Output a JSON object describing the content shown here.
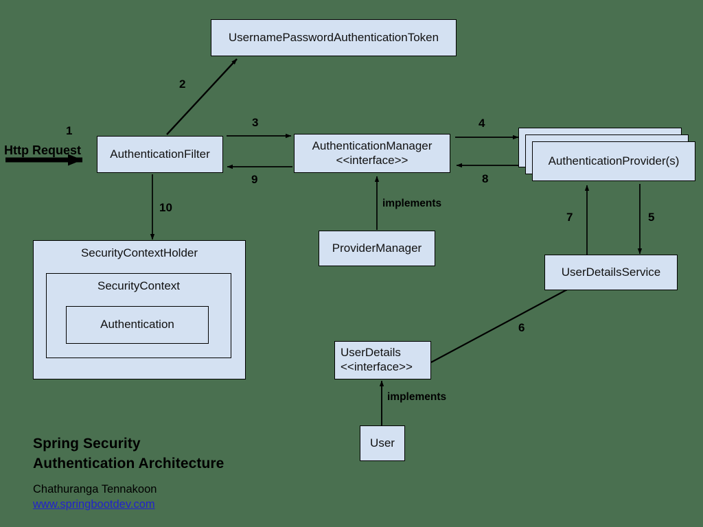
{
  "diagram": {
    "background_color": "#4a7050",
    "node_fill_color": "#d4e1f2",
    "node_border_color": "#000000",
    "link_color": "#2222cc"
  },
  "nodes": {
    "token": {
      "label": "UsernamePasswordAuthenticationToken"
    },
    "auth_filter": {
      "label": "AuthenticationFilter"
    },
    "auth_manager": {
      "label": "AuthenticationManager\n<<interface>>"
    },
    "auth_provider": {
      "label": "AuthenticationProvider(s)"
    },
    "provider_manager": {
      "label": "ProviderManager"
    },
    "user_details_service": {
      "label": "UserDetailsService"
    },
    "user_details": {
      "label": "UserDetails\n<<interface>>"
    },
    "user": {
      "label": "User"
    },
    "security_context_holder": {
      "label": "SecurityContextHolder"
    },
    "security_context": {
      "label": "SecurityContext"
    },
    "authentication": {
      "label": "Authentication"
    }
  },
  "edges": {
    "http_request_label": "Http Request",
    "n1": "1",
    "n2": "2",
    "n3": "3",
    "n4": "4",
    "n5": "5",
    "n6": "6",
    "n7": "7",
    "n8": "8",
    "n9": "9",
    "n10": "10",
    "implements_manager": "implements",
    "implements_user": "implements"
  },
  "footer": {
    "title": "Spring Security\nAuthentication Architecture",
    "author": "Chathuranga Tennakoon",
    "url": "www.springbootdev.com"
  }
}
